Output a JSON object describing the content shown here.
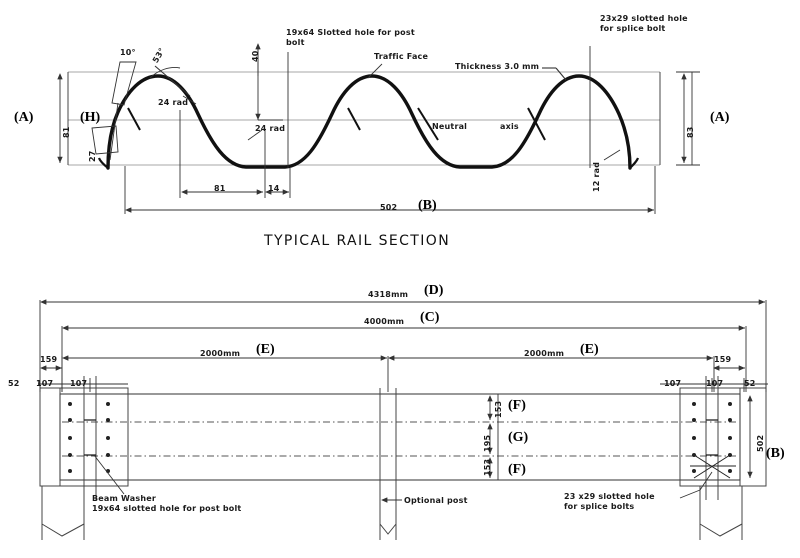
{
  "drawing": {
    "sheet_title": "TYPICAL RAIL SECTION",
    "section_view": {
      "notes": {
        "post_bolt_hole": "19x64 Slotted hole for post\nbolt",
        "traffic_face": "Traffic Face",
        "thickness": "Thickness 3.0 mm",
        "splice_bolt_hole": "23x29 slotted hole\nfor splice bolt",
        "neutral_axis_1": "Neutral",
        "neutral_axis_2": "axis"
      },
      "dims": {
        "angle_10": "10°",
        "angle_53": "53°",
        "angle_27": "27",
        "rad_24_top": "24 rad",
        "rad_24_mid": "24 rad",
        "rad_12": "12 rad",
        "height_left": "81",
        "height_right": "83",
        "depth_40": "40",
        "pitch_81": "81",
        "flat_14": "14",
        "overall_width": "502"
      },
      "markers": {
        "a_left": "(A)",
        "a_right": "(A)",
        "h": "(H)",
        "b": "(B)"
      }
    },
    "elevation_view": {
      "dims": {
        "total_length": "4318mm",
        "effective_length": "4000mm",
        "span_left": "2000mm",
        "span_right": "2000mm",
        "end_left_159": "159",
        "end_right_159": "159",
        "edge_left_52": "52",
        "edge_right_52": "52",
        "bolt_l1_107": "107",
        "bolt_l2_107": "107",
        "bolt_r1_107": "107",
        "bolt_r2_107": "107",
        "rail_depth": "502",
        "corr_top_153": "153",
        "corr_mid_195": "195",
        "corr_bot_153": "153"
      },
      "markers": {
        "d": "(D)",
        "c": "(C)",
        "e_left": "(E)",
        "e_right": "(E)",
        "f_top": "(F)",
        "g": "(G)",
        "f_bottom": "(F)",
        "b": "(B)"
      },
      "notes": {
        "beam_washer": "Beam Washer\n19x64 slotted hole for post bolt",
        "optional_post": "Optional post",
        "splice_holes": "23 x29 slotted hole\nfor splice bolts"
      }
    },
    "colors": {
      "line": "#2b2b2b",
      "thin_line": "#7a7a7a",
      "profile": "#111111",
      "text": "#1a1a1a"
    }
  }
}
